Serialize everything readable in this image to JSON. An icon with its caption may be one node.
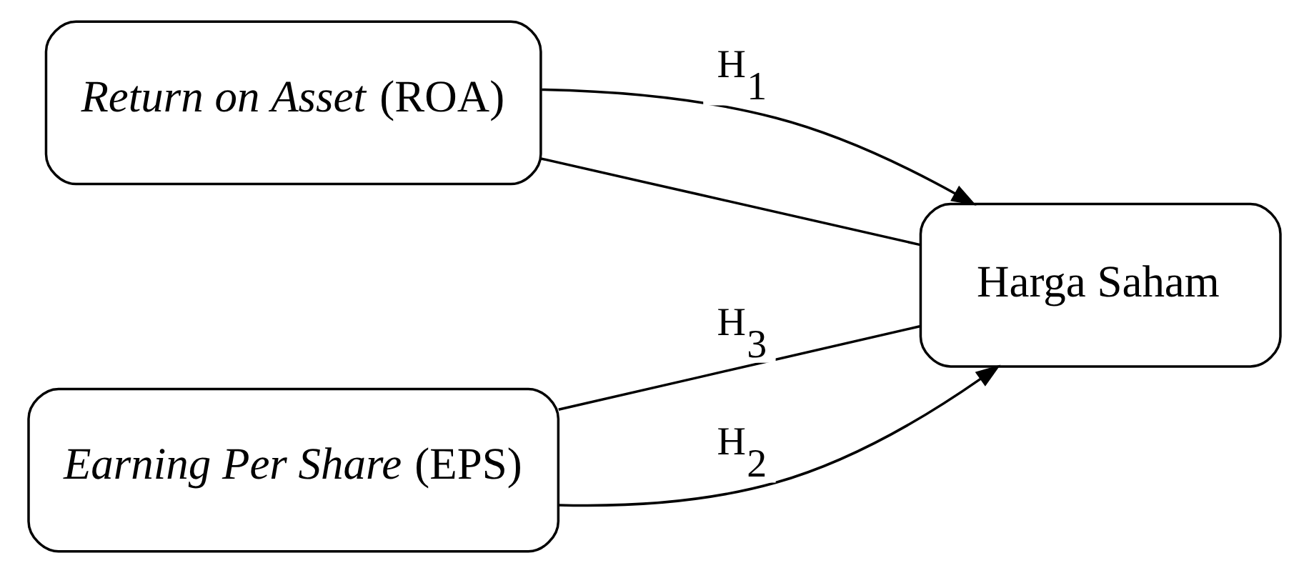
{
  "diagram": {
    "nodes": [
      {
        "text": [
          "*Return on Asset* (ROA)"
        ]
      },
      {
        "text": [
          "*Earning Per Share* (EPS)"
        ]
      },
      {
        "text": [
          "Harga Saham"
        ]
      }
    ],
    "edges": [
      {
        "from": 0,
        "to": 2,
        "arrow": "to",
        "label": "H$_{1}$"
      },
      {
        "from": 0,
        "to": 2,
        "arrow": "none"
      },
      {
        "from": 1,
        "to": 2,
        "arrow": "none",
        "label": "H$_{3}$"
      },
      {
        "from": 1,
        "to": 2,
        "arrow": "to",
        "label": "H$_{2}$"
      }
    ]
  }
}
